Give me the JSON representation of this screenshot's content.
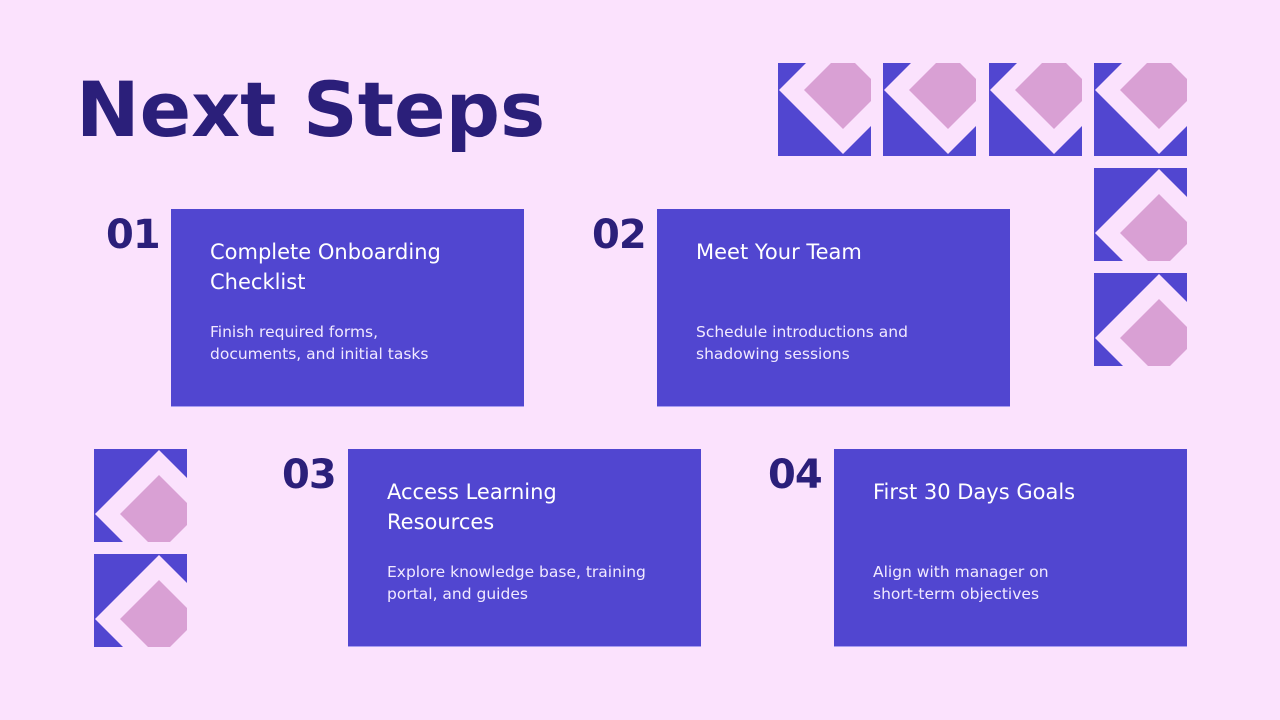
{
  "slide": {
    "title": "Next Steps",
    "colors": {
      "background": "#fbe2fd",
      "accent": "#5146d0",
      "heading": "#2b1f7a",
      "diamond_light": "#fbe2fd",
      "diamond_pink": "#d9a0d4"
    }
  },
  "steps": [
    {
      "number": "01",
      "title": "Complete Onboarding Checklist",
      "description": "Finish required forms, documents, and initial tasks"
    },
    {
      "number": "02",
      "title": "Meet Your Team",
      "description": "Schedule introductions and shadowing sessions"
    },
    {
      "number": "03",
      "title": "Access Learning Resources",
      "description": "Explore knowledge base, training portal, and guides"
    },
    {
      "number": "04",
      "title": "First 30 Days Goals",
      "description": "Align with manager on short-term objectives"
    }
  ],
  "decorations": {
    "icon": "diamond-tile-icon",
    "count": 8
  }
}
